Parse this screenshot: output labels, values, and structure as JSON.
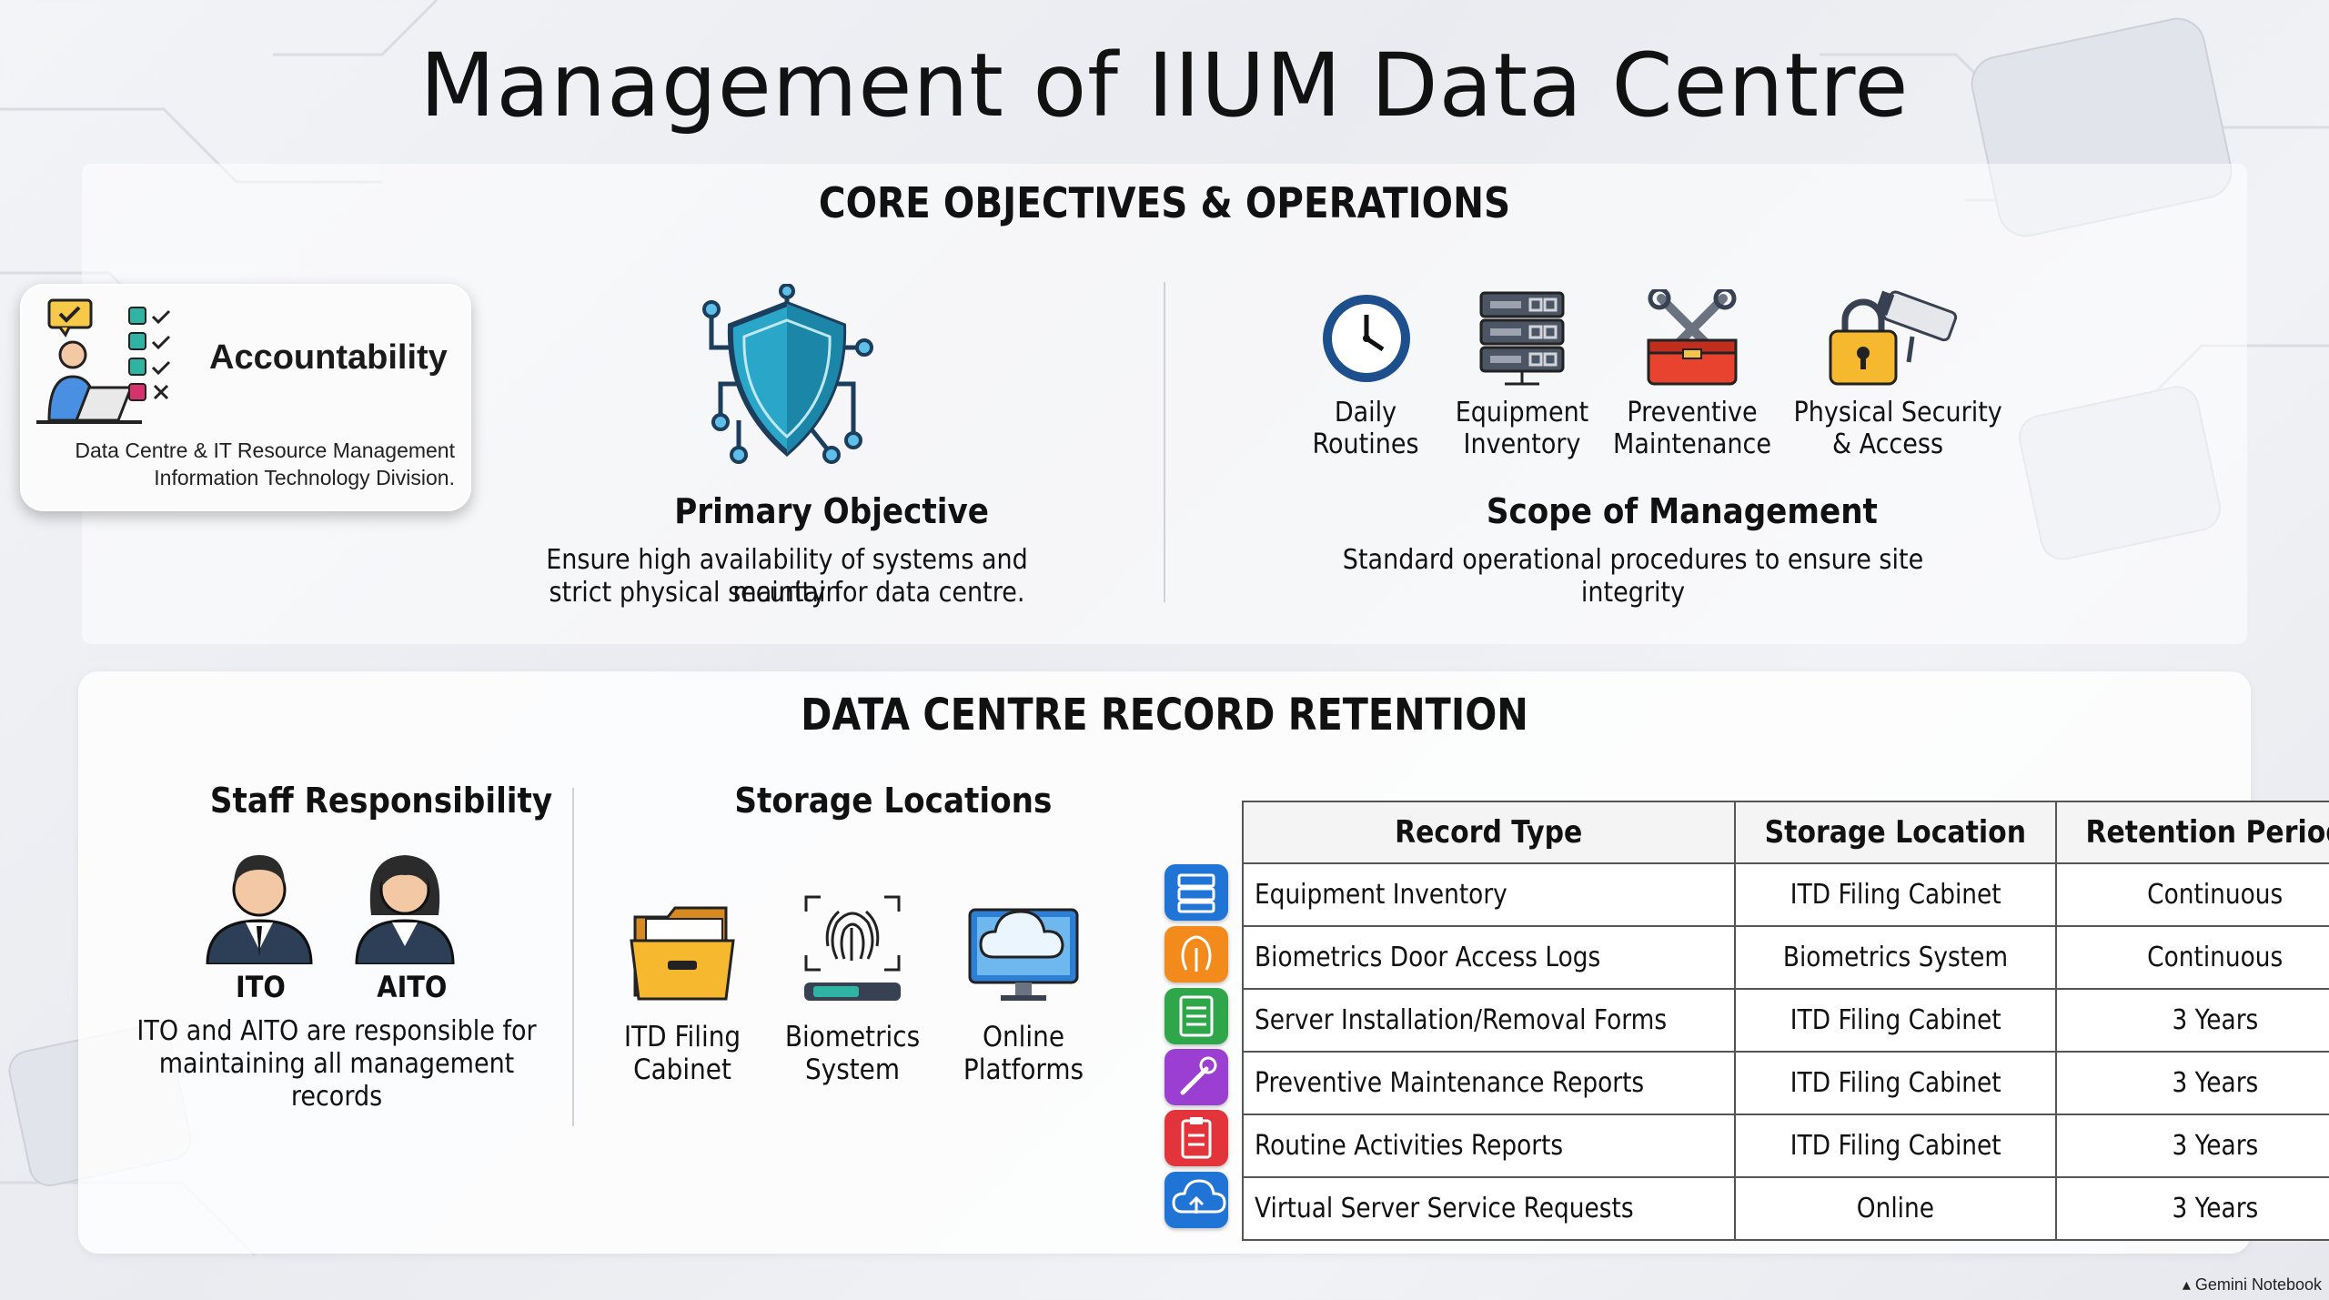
{
  "title": "Management of IIUM Data Centre",
  "core": {
    "heading": "CORE OBJECTIVES & OPERATIONS",
    "accountability": {
      "title": "Accountability",
      "line1": "Data Centre & IT Resource Management",
      "line2": "Information Technology Division."
    },
    "primary_objective": {
      "title": "Primary Objective",
      "line1": "Ensure high availability of systems and maintain",
      "line2": "strict physical security for data centre."
    },
    "scope": {
      "items": [
        {
          "line1": "Daily",
          "line2": "Routines",
          "icon": "clock-icon"
        },
        {
          "line1": "Equipment",
          "line2": "Inventory",
          "icon": "server-rack-icon"
        },
        {
          "line1": "Preventive",
          "line2": "Maintenance",
          "icon": "toolbox-icon"
        },
        {
          "line1": "Physical Security",
          "line2": "& Access",
          "icon": "lock-camera-icon"
        }
      ],
      "title": "Scope of Management",
      "description": "Standard operational procedures to ensure site integrity"
    }
  },
  "retention": {
    "heading": "DATA CENTRE RECORD RETENTION",
    "staff": {
      "title": "Staff Responsibility",
      "person1": "ITO",
      "person2": "AITO",
      "line1": "ITO and AITO are responsible for",
      "line2": "maintaining all management",
      "line3": "records"
    },
    "storage": {
      "title": "Storage Locations",
      "items": [
        {
          "line1": "ITD Filing",
          "line2": "Cabinet",
          "icon": "filing-cabinet-icon"
        },
        {
          "line1": "Biometrics",
          "line2": "System",
          "icon": "fingerprint-scanner-icon"
        },
        {
          "line1": "Online",
          "line2": "Platforms",
          "icon": "cloud-monitor-icon"
        }
      ]
    },
    "table": {
      "headers": [
        "Record Type",
        "Storage Location",
        "Retention Period"
      ],
      "rows": [
        {
          "record": "Equipment Inventory",
          "location": "ITD Filing Cabinet",
          "period": "Continuous",
          "icon": "server-icon",
          "color": "#1f74d6"
        },
        {
          "record": "Biometrics Door Access Logs",
          "location": "Biometrics System",
          "period": "Continuous",
          "icon": "fingerprint-icon",
          "color": "#f38a1c"
        },
        {
          "record": "Server Installation/Removal Forms",
          "location": "ITD Filing Cabinet",
          "period": "3 Years",
          "icon": "server-form-icon",
          "color": "#2fa64a"
        },
        {
          "record": "Preventive Maintenance Reports",
          "location": "ITD Filing Cabinet",
          "period": "3 Years",
          "icon": "wrench-icon",
          "color": "#9a3fd1"
        },
        {
          "record": "Routine Activities Reports",
          "location": "ITD Filing Cabinet",
          "period": "3 Years",
          "icon": "clipboard-icon",
          "color": "#e2343a"
        },
        {
          "record": "Virtual Server Service Requests",
          "location": "Online",
          "period": "3 Years",
          "icon": "cloud-upload-icon",
          "color": "#1f74d6"
        }
      ]
    }
  },
  "footer": {
    "brand": "Gemini Notebook"
  }
}
